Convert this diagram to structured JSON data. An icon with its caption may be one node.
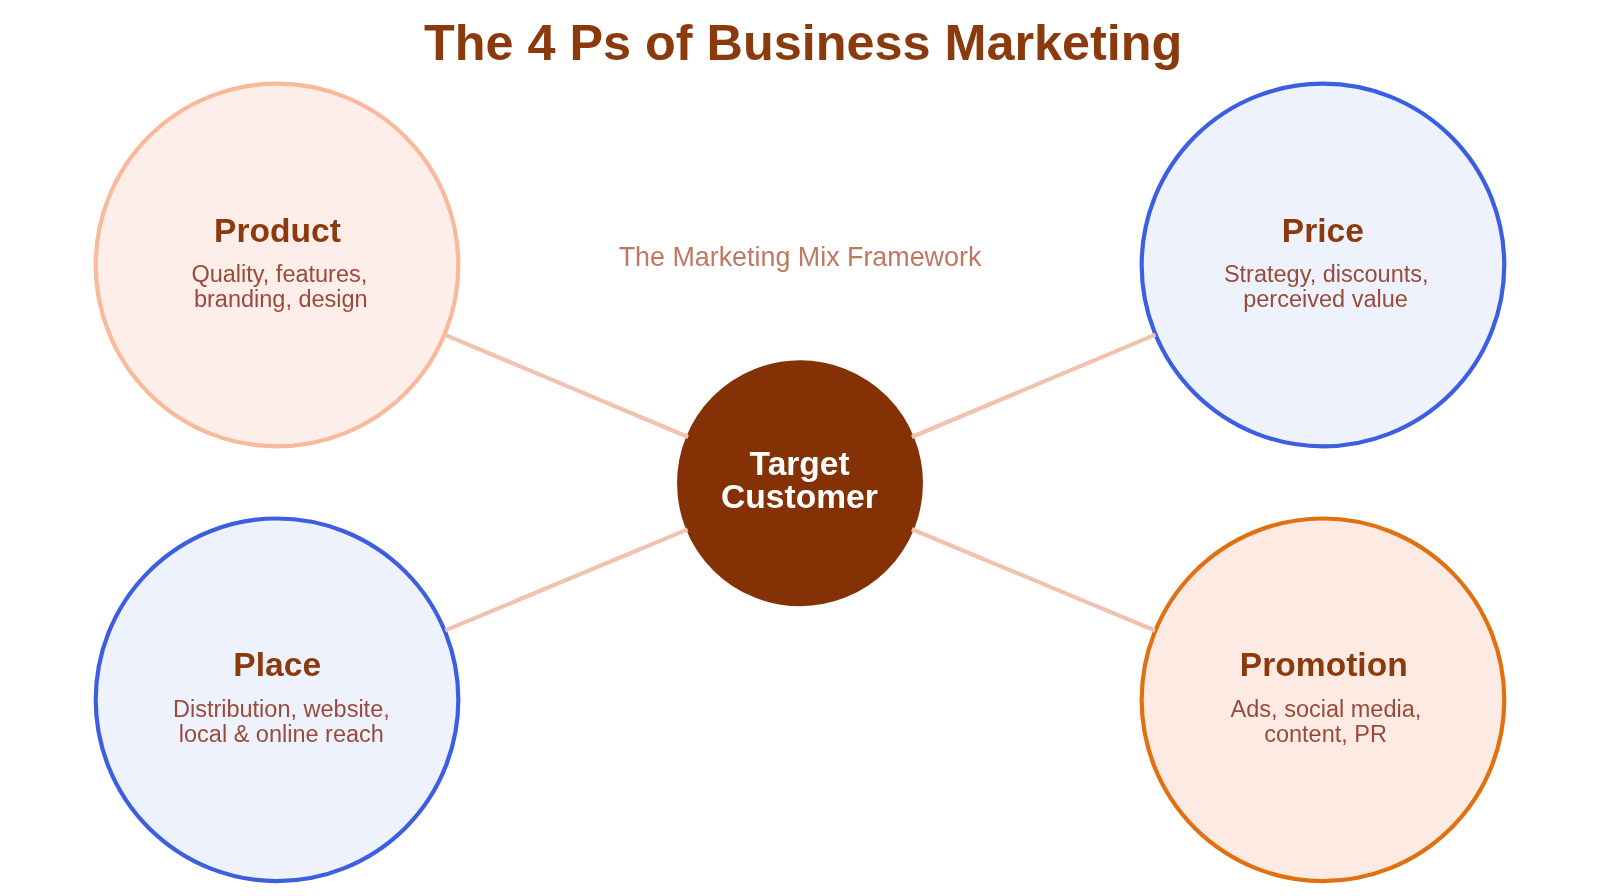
{
  "diagram": {
    "title": "The 4 Ps of Business Marketing",
    "nodes": [
      {
        "text": [
          "Product",
          "Quality, features, branding, design"
        ]
      },
      {
        "text": [
          "Price",
          "Strategy, discounts, perceived value"
        ]
      },
      {
        "text": [
          "Target Customer"
        ]
      },
      {
        "text": [
          "Place",
          "Distribution, website, local & online reach"
        ]
      },
      {
        "text": [
          "Promotion",
          "Ads, social media, content, PR"
        ]
      }
    ],
    "edges": [
      {
        "from": 0,
        "to": 2,
        "arrow": "none"
      },
      {
        "from": 2,
        "to": 1,
        "arrow": "none"
      },
      {
        "from": 3,
        "to": 2,
        "arrow": "none"
      },
      {
        "from": 2,
        "to": 4,
        "arrow": "none"
      }
    ],
    "labels": [
      "The Marketing Mix Framework"
    ]
  }
}
